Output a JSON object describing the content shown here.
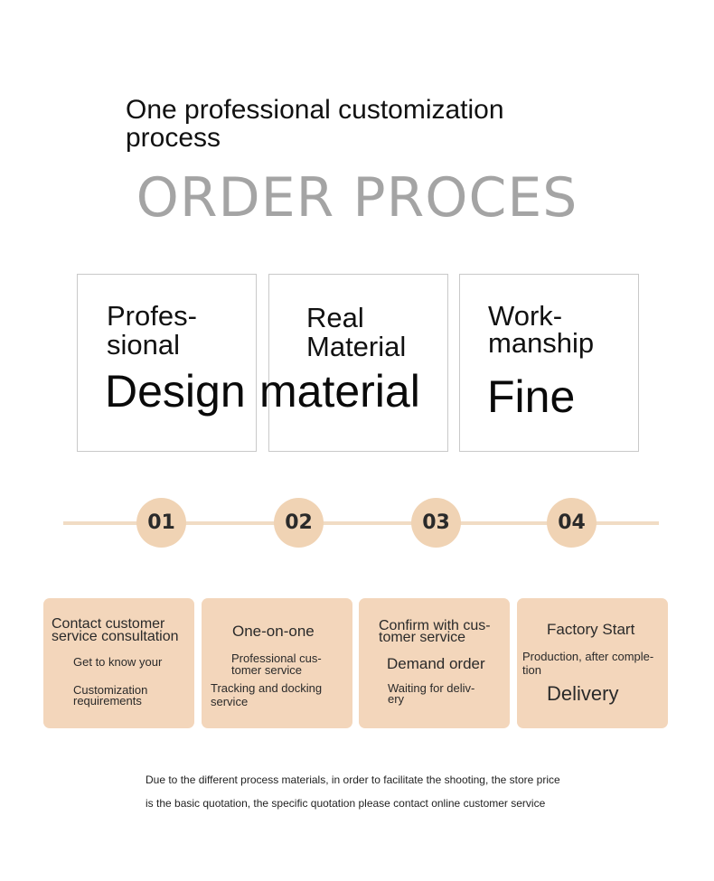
{
  "header": {
    "title_line1": "One professional customization",
    "title_line2": "process",
    "subtitle": "ORDER PROCES"
  },
  "features": [
    {
      "line1": "Profes-",
      "line2": "sional",
      "big": "Design"
    },
    {
      "line1": "Real",
      "line2": "Material",
      "big": "material"
    },
    {
      "line1": "Work-",
      "line2": "manship",
      "big": "Fine"
    }
  ],
  "timeline": {
    "line_color": "#f1dcc4",
    "circle_color": "#f0d3b4",
    "steps": [
      "01",
      "02",
      "03",
      "04"
    ]
  },
  "cards": {
    "background": "#f3d6bb",
    "card1": {
      "title_l1": "Contact customer",
      "title_l2": "service consultation",
      "a": "Get to know your",
      "b_l1": "Customization",
      "b_l2": "requirements"
    },
    "card2": {
      "title": "One-on-one",
      "a_l1": "Professional cus-",
      "a_l2": "tomer service",
      "b_l1": "Tracking and docking",
      "b_l2": "service"
    },
    "card3": {
      "title_l1": "Confirm with cus-",
      "title_l2": "tomer service",
      "a": "Demand order",
      "b_l1": "Waiting for deliv-",
      "b_l2": "ery"
    },
    "card4": {
      "title": "Factory Start",
      "a_l1": "Production, after comple-",
      "a_l2": "tion",
      "b": "Delivery"
    }
  },
  "footer": {
    "line1": "Due to the different process materials, in order to facilitate the shooting, the store price",
    "line2": "is the basic quotation, the specific quotation please contact online customer service"
  }
}
